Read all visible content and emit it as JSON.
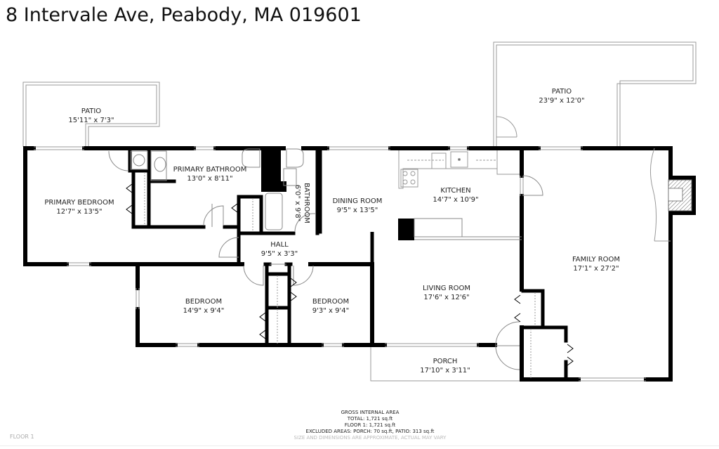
{
  "header": {
    "title": "8 Intervale Ave, Peabody, MA 019601"
  },
  "rooms": [
    {
      "id": "patio-left",
      "name": "PATIO",
      "dims": "15'11\" x 7'3\""
    },
    {
      "id": "patio-right",
      "name": "PATIO",
      "dims": "23'9\" x 12'0\""
    },
    {
      "id": "primary-bedroom",
      "name": "PRIMARY BEDROOM",
      "dims": "12'7\" x 13'5\""
    },
    {
      "id": "primary-bathroom",
      "name": "PRIMARY BATHROOM",
      "dims": "13'0\" x 8'11\""
    },
    {
      "id": "bathroom",
      "name": "BATHROOM",
      "dims": "6'0\" x 9'8\""
    },
    {
      "id": "dining-room",
      "name": "DINING ROOM",
      "dims": "9'5\" x 13'5\""
    },
    {
      "id": "kitchen",
      "name": "KITCHEN",
      "dims": "14'7\" x 10'9\""
    },
    {
      "id": "family-room",
      "name": "FAMILY ROOM",
      "dims": "17'1\" x 27'2\""
    },
    {
      "id": "hall",
      "name": "HALL",
      "dims": "9'5\" x 3'3\""
    },
    {
      "id": "bedroom-1",
      "name": "BEDROOM",
      "dims": "14'9\" x 9'4\""
    },
    {
      "id": "bedroom-2",
      "name": "BEDROOM",
      "dims": "9'3\" x 9'4\""
    },
    {
      "id": "living-room",
      "name": "LIVING ROOM",
      "dims": "17'6\" x 12'6\""
    },
    {
      "id": "porch",
      "name": "PORCH",
      "dims": "17'10\" x 3'11\""
    }
  ],
  "footer": {
    "heading": "GROSS INTERNAL AREA",
    "total": "TOTAL: 1,721 sq.ft",
    "floor1": "FLOOR 1: 1,721 sq.ft",
    "excluded": "EXCLUDED AREAS: PORCH: 70 sq.ft, PATIO: 313 sq.ft",
    "disclaimer": "SIZE AND DIMENSIONS ARE APPROXIMATE, ACTUAL MAY VARY"
  },
  "floor_label": "FLOOR 1",
  "colors": {
    "wall": "#000000",
    "thin_line": "#999999",
    "text": "#222222",
    "faint_text": "#bbbbbb"
  }
}
